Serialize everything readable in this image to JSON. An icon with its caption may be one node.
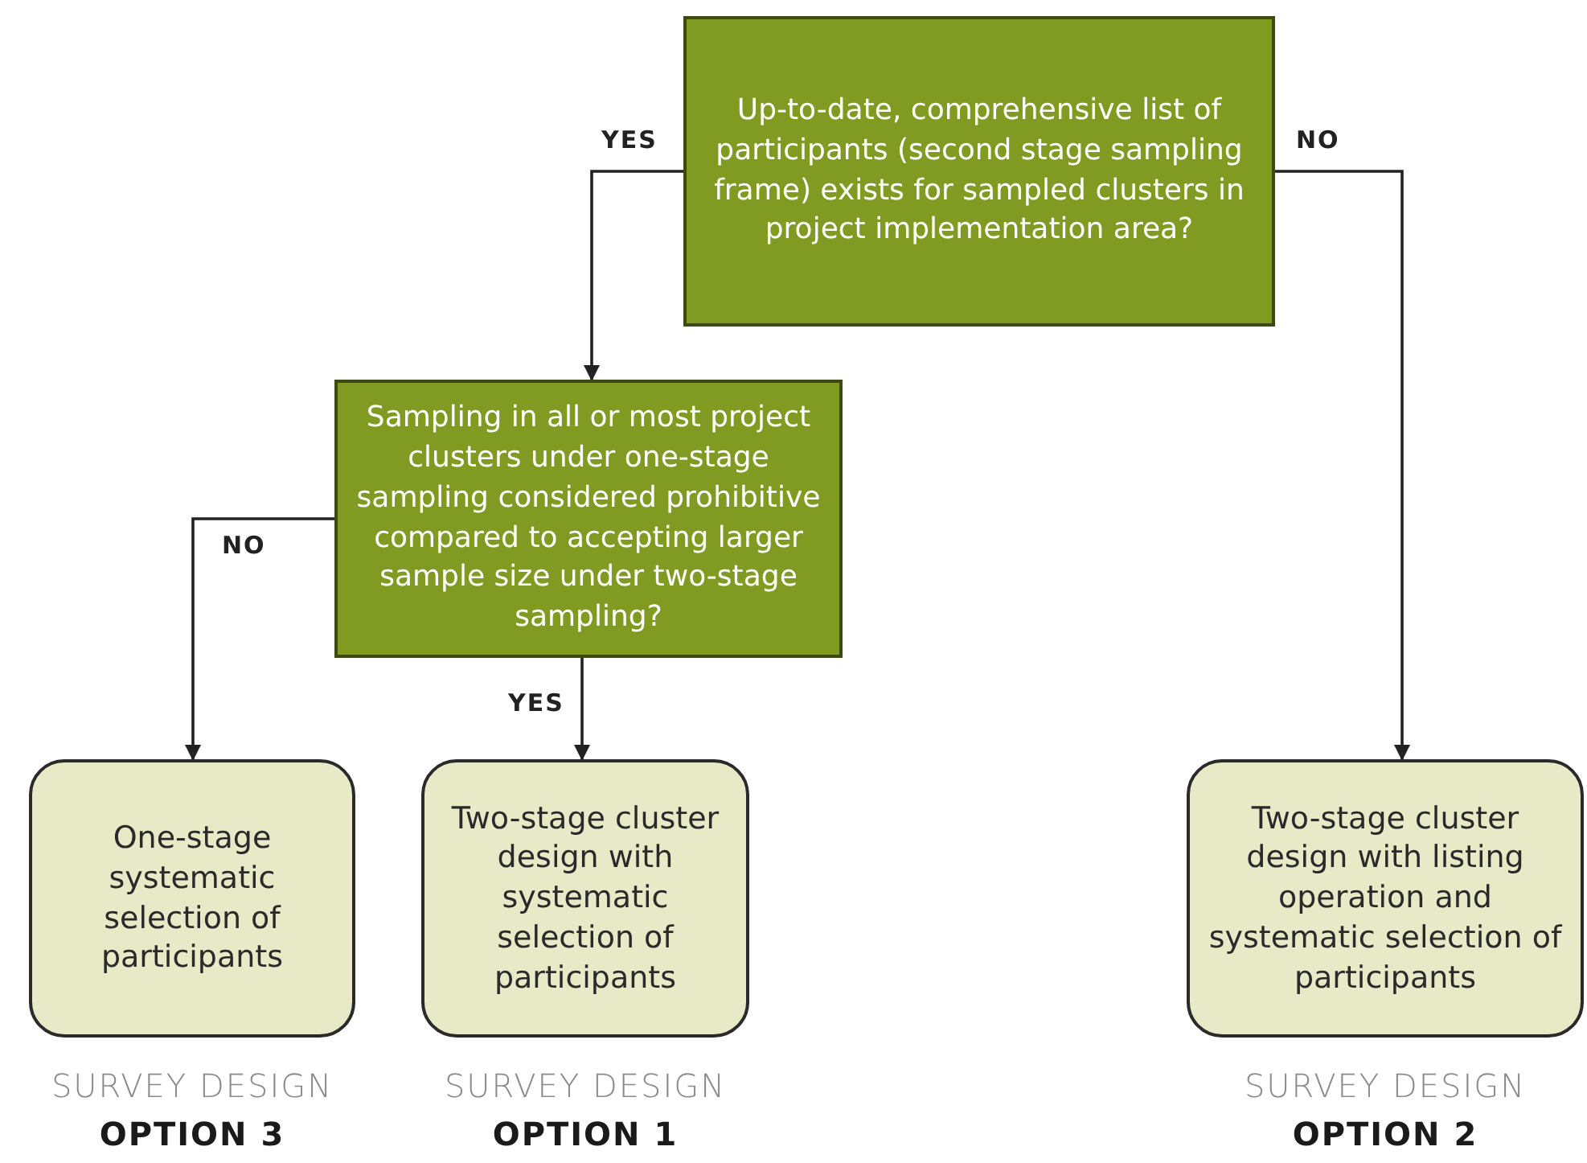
{
  "diagram": {
    "nodes": [
      {
        "text": [
          "Up-to-date, comprehensive list of participants (second stage sampling frame) exists for sampled clusters in project implementation area?"
        ]
      },
      {
        "text": [
          "Sampling in all or most project clusters under one-stage sampling considered prohibitive compared to accepting larger sample size under two-stage sampling?"
        ]
      },
      {
        "text": [
          "One-stage systematic selection of participants"
        ],
        "beside": [
          "SURVEY DESIGN",
          "OPTION 3"
        ]
      },
      {
        "text": [
          "Two-stage cluster design with systematic selection of participants"
        ],
        "beside": [
          "SURVEY DESIGN",
          "OPTION 1"
        ]
      },
      {
        "text": [
          "Two-stage cluster design with listing operation and systematic selection of participants"
        ],
        "beside": [
          "SURVEY DESIGN",
          "OPTION 2"
        ]
      }
    ],
    "edges": [
      {
        "from": 0,
        "to": 1,
        "arrow": "to",
        "label": "YES"
      },
      {
        "from": 0,
        "to": 4,
        "arrow": "to",
        "label": "NO"
      },
      {
        "from": 1,
        "to": 2,
        "arrow": "to",
        "label": "NO"
      },
      {
        "from": 1,
        "to": 3,
        "arrow": "to",
        "label": "YES"
      }
    ]
  }
}
